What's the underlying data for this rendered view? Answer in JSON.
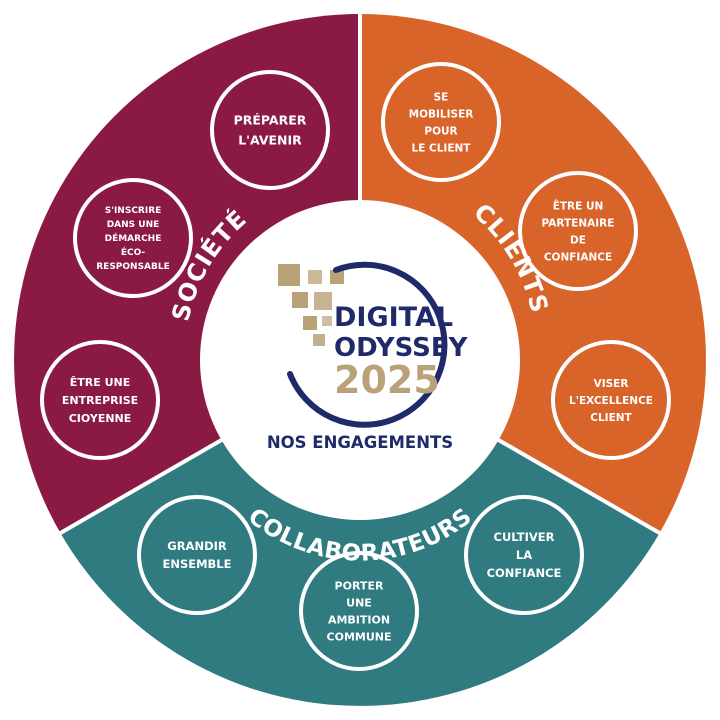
{
  "colors": {
    "societe": "#8a1a44",
    "clients": "#d8642a",
    "collaborateurs": "#2f7b80",
    "navy": "#1f2a6b",
    "gold": "#b9a178",
    "white": "#ffffff"
  },
  "center": {
    "logo_line1": "DIGITAL",
    "logo_line2": "ODYSSEY",
    "logo_year": "2025",
    "subtitle": "NOS ENGAGEMENTS"
  },
  "sections": {
    "societe": "SOCIÉTÉ",
    "clients": "CLIENTS",
    "collaborateurs": "COLLABORATEURS"
  },
  "bubbles": {
    "preparer": [
      "PRÉPARER",
      "L'AVENIR"
    ],
    "inscrire": [
      "S'INSCRIRE",
      "DANS UNE",
      "DÉMARCHE",
      "ÉCO-",
      "RESPONSABLE"
    ],
    "entreprise": [
      "ÊTRE UNE",
      "ENTREPRISE",
      "CIOYENNE"
    ],
    "mobiliser": [
      "SE",
      "MOBILISER",
      "POUR",
      "LE CLIENT"
    ],
    "partenaire": [
      "ÊTRE UN",
      "PARTENAIRE",
      "DE",
      "CONFIANCE"
    ],
    "excellence": [
      "VISER",
      "L'EXCELLENCE",
      "CLIENT"
    ],
    "grandir": [
      "GRANDIR",
      "ENSEMBLE"
    ],
    "ambition": [
      "PORTER",
      "UNE",
      "AMBITION",
      "COMMUNE"
    ],
    "confiance": [
      "CULTIVER",
      "LA",
      "CONFIANCE"
    ]
  }
}
